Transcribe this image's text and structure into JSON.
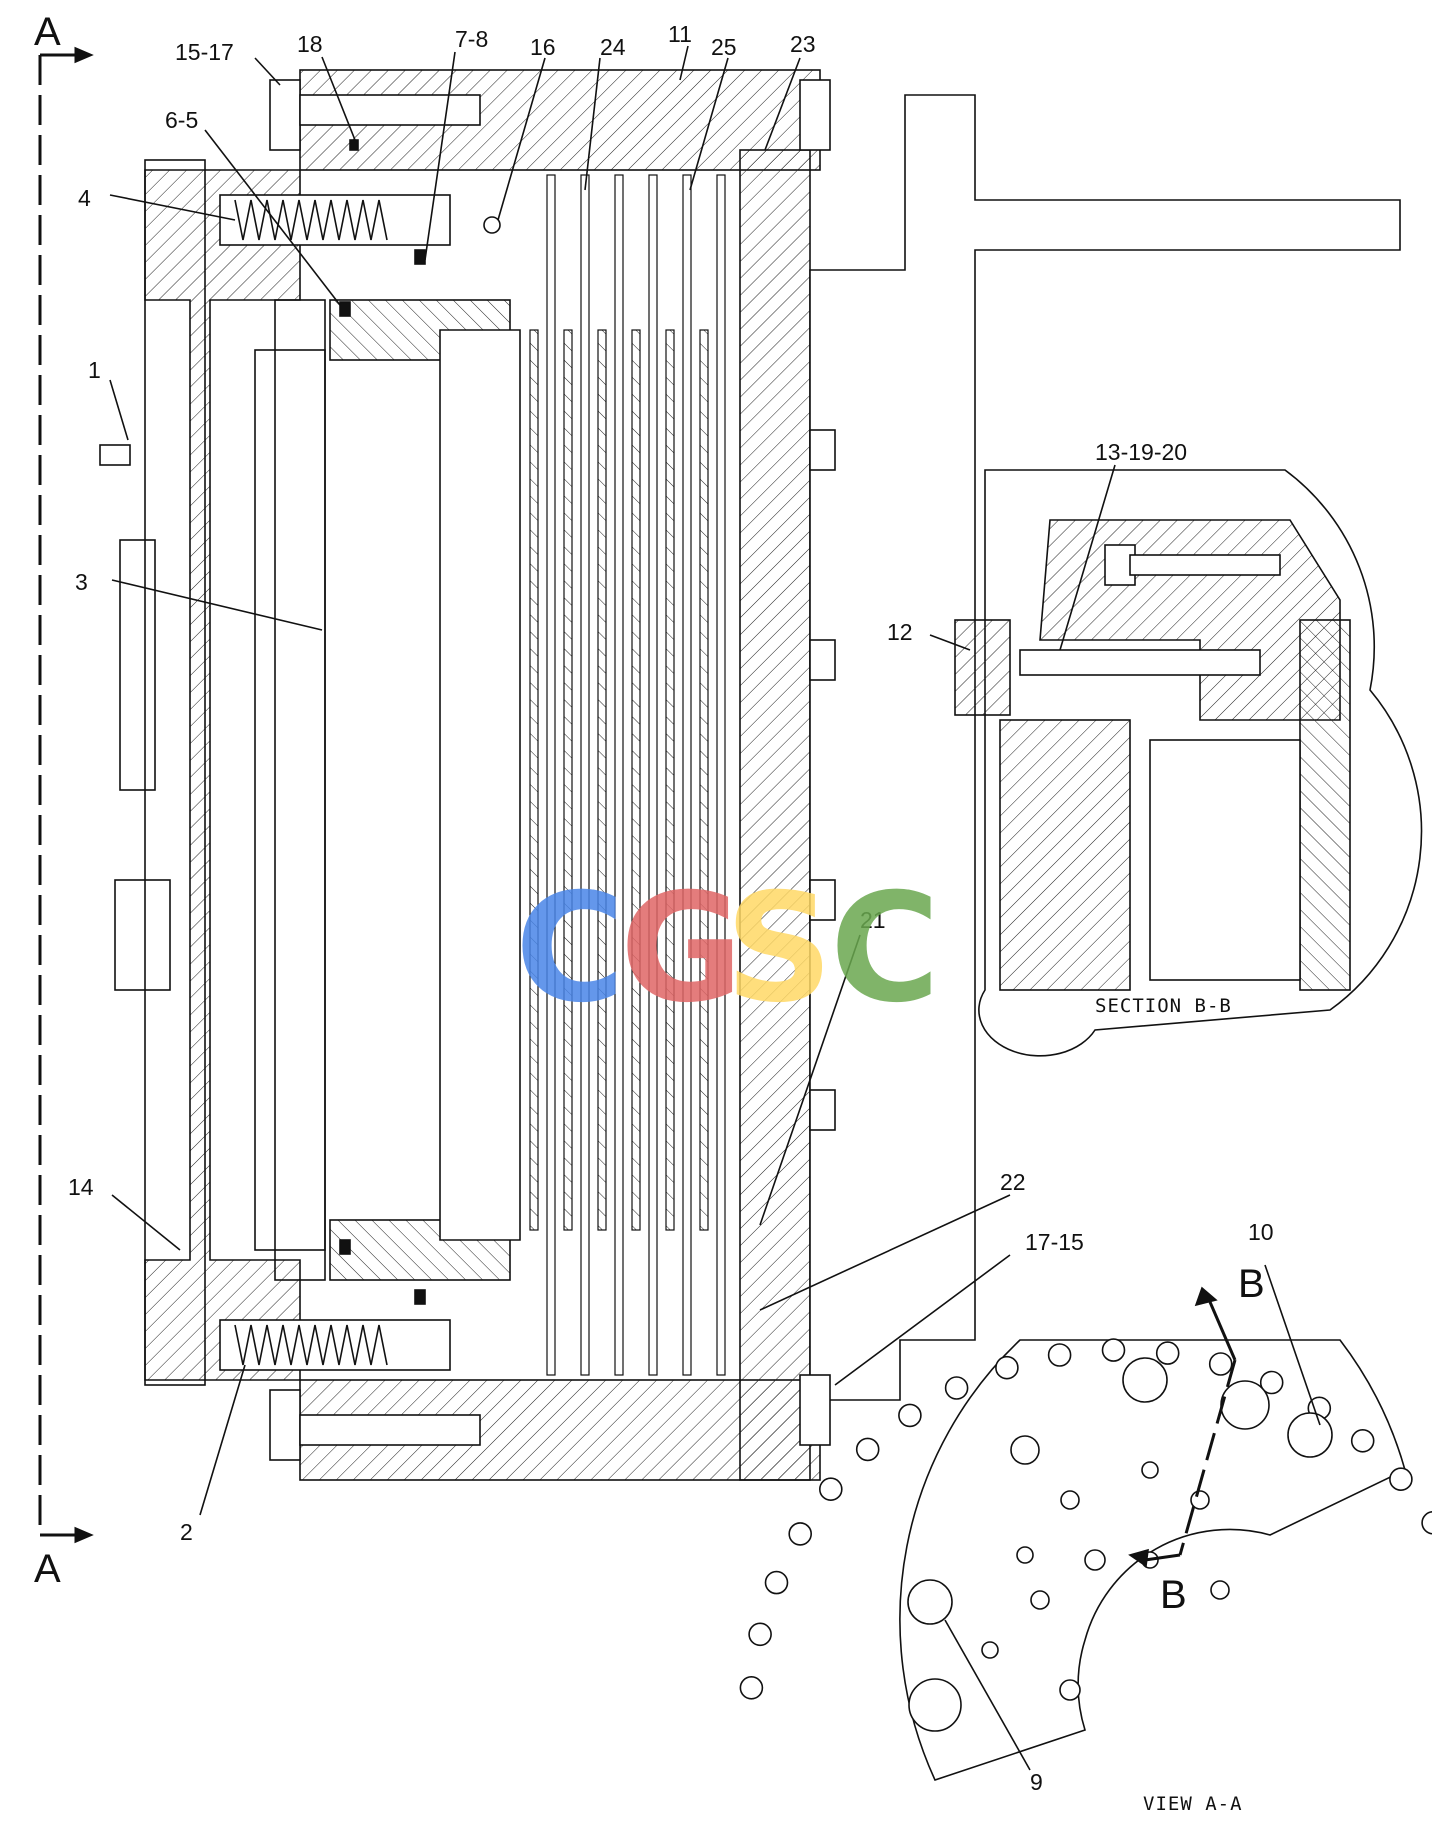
{
  "labels": {
    "l15_17": "15-17",
    "l18": "18",
    "l7_8": "7-8",
    "l16": "16",
    "l24": "24",
    "l11": "11",
    "l25": "25",
    "l23": "23",
    "l6_5": "6-5",
    "l4": "4",
    "l1": "1",
    "l3": "3",
    "l13_19_20": "13-19-20",
    "l12": "12",
    "l21": "21",
    "l14": "14",
    "l22": "22",
    "l17_15": "17-15",
    "l10": "10",
    "l2": "2",
    "l9": "9"
  },
  "section_markers": {
    "a_top": "A",
    "a_bottom": "A",
    "b_top": "B",
    "b_bottom": "B"
  },
  "captions": {
    "section_bb": "SECTION B-B",
    "view_aa": "VIEW A-A"
  },
  "watermark": {
    "letters": [
      "C",
      "G",
      "S",
      "C"
    ],
    "colors": [
      "#4a86e8",
      "#e06666",
      "#ffd966",
      "#6aa84f"
    ]
  }
}
